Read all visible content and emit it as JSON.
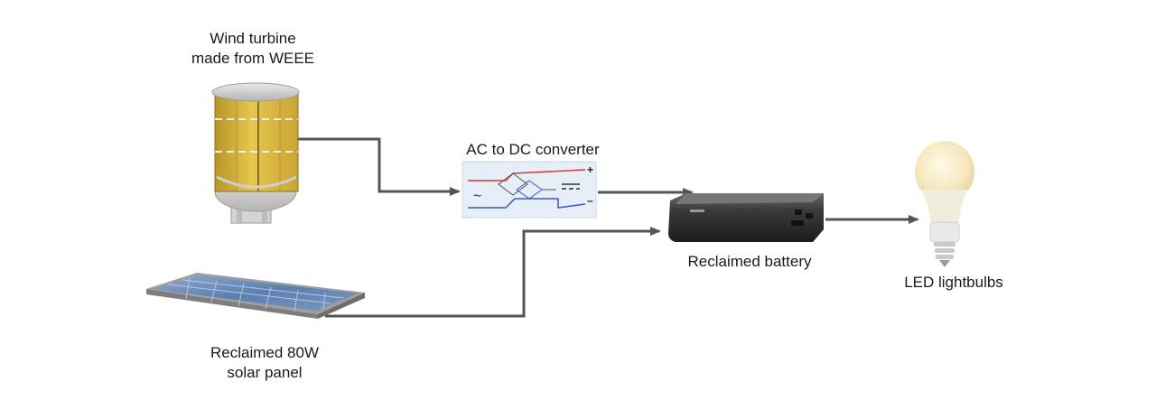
{
  "nodes": {
    "wind_turbine": {
      "label_lines": [
        "Wind turbine",
        "made from WEEE"
      ]
    },
    "solar_panel": {
      "label_lines": [
        "Reclaimed 80W",
        "solar panel"
      ]
    },
    "converter": {
      "label": "AC to DC converter",
      "plus": "+",
      "minus": "–",
      "ac_symbol": "~"
    },
    "battery": {
      "label": "Reclaimed battery"
    },
    "lightbulb": {
      "label": "LED lightbulbs"
    }
  },
  "colors": {
    "connector": "#555555",
    "turbine_blade": "#d8b83c",
    "panel_cell": "#6f8fb8",
    "battery_body": "#3a3a3a",
    "converter_bg": "#e6eef8",
    "circuit_red": "#d23a3a",
    "circuit_blue": "#3a55c8"
  },
  "icons": [
    "wind-turbine-icon",
    "solar-panel-icon",
    "rectifier-circuit-icon",
    "power-bank-icon",
    "led-bulb-icon"
  ]
}
